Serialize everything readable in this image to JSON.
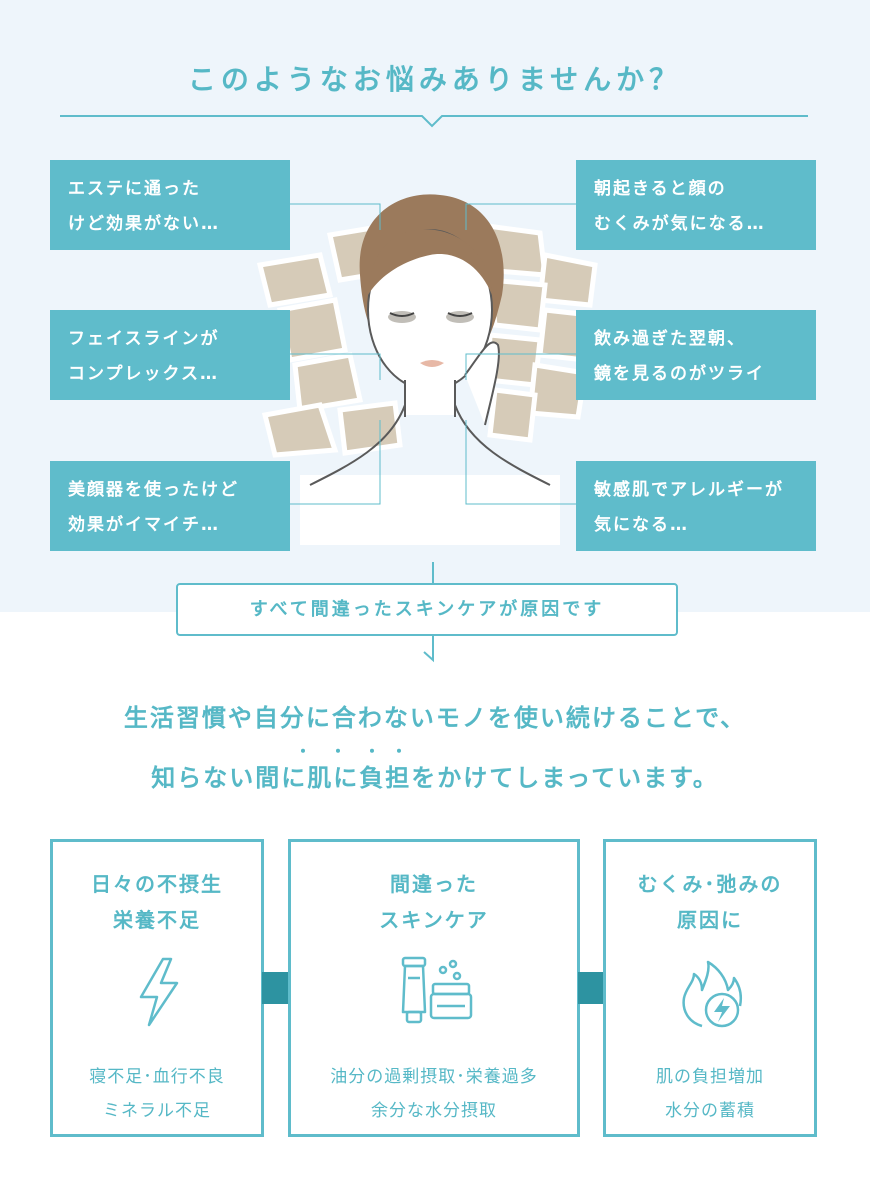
{
  "header": {
    "title": "このようなお悩みありませんか？"
  },
  "concerns": [
    {
      "text": "エステに通った\nけど効果がない…"
    },
    {
      "text": "朝起きると顔の\nむくみが気になる…"
    },
    {
      "text": "フェイスラインが\nコンプレックス…"
    },
    {
      "text": "飲み過ぎた翌朝、\n鏡を見るのがツライ"
    },
    {
      "text": "美顔器を使ったけど\n効果がイマイチ…"
    },
    {
      "text": "敏感肌でアレルギーが\n気になる…"
    }
  ],
  "cause": {
    "label": "すべて間違ったスキンケアが原因です"
  },
  "message": {
    "line1": "生活習慣や自分に合わないモノを使い続けることで、",
    "line2": "知らない間に肌に負担をかけてしまっています。"
  },
  "cards": [
    {
      "title": "日々の不摂生\n栄養不足",
      "desc": "寝不足･血行不良\nミネラル不足",
      "icon": "lightning-icon"
    },
    {
      "title": "間違った\nスキンケア",
      "desc": "油分の過剰摂取･栄養過多\n余分な水分摂取",
      "icon": "cosmetics-icon"
    },
    {
      "title": "むくみ･弛みの\n原因に",
      "desc": "肌の負担増加\n水分の蓄積",
      "icon": "fire-icon"
    }
  ],
  "colors": {
    "accent": "#5fbccb",
    "text": "#56b8c6",
    "arrow": "#2d93a1",
    "background": "#eef5fb"
  }
}
